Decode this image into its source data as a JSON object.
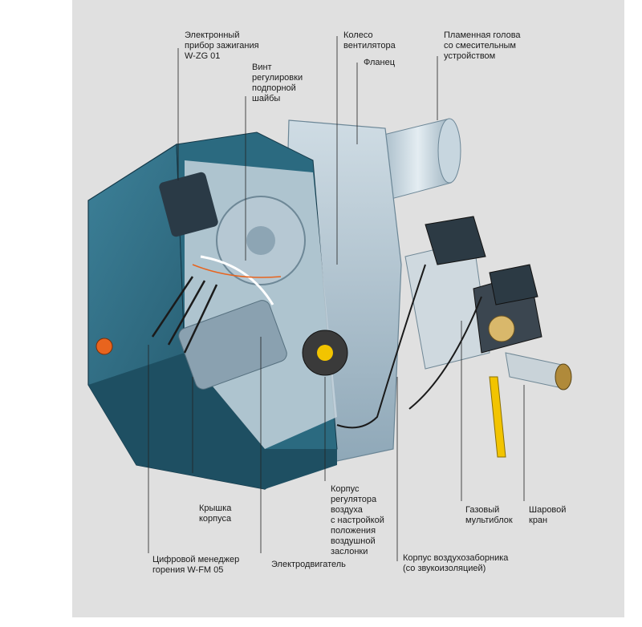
{
  "labels": {
    "ignition": "Электронный\nприбор зажигания\nW-ZG 01",
    "screw": "Винт\nрегулировки\nподпорной\nшайбы",
    "fan_wheel": "Колесо\nвентилятора",
    "flange": "Фланец",
    "flame_head": "Пламенная голова\nсо смесительным\nустройством",
    "cover": "Крышка\nкорпуса",
    "air_regulator": "Корпус\nрегулятора\nвоздуха\nс настройкой\nположения\nвоздушной\nзаслонки",
    "gas_multiblock": "Газовый\nмультиблок",
    "ball_valve": "Шаровой\nкран",
    "combustion_manager": "Цифровой менеджер\nгорения W-FM 05",
    "motor": "Электродвигатель",
    "air_intake": "Корпус воздухозаборника\n(со звукоизоляцией)"
  },
  "colors": {
    "panel": "#e0e0e0",
    "housing": "#2e6f86",
    "housing_dark": "#1f5064",
    "steel": "#b9cbd6",
    "steel_light": "#dfe8ee",
    "accent_yellow": "#f2c400",
    "orange_lamp": "#e8641e",
    "leader": "#222222"
  },
  "icons": [
    "burner-illustration"
  ]
}
